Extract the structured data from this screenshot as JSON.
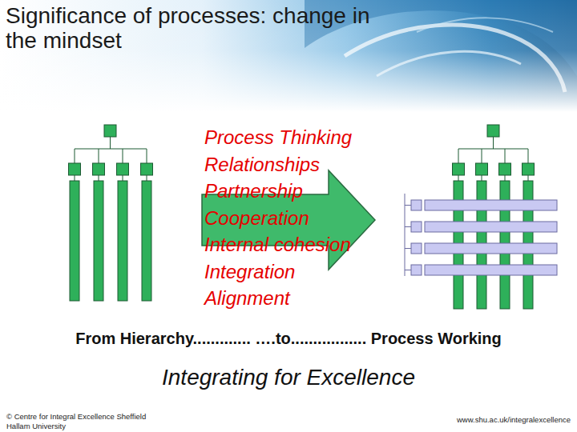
{
  "diagram": {
    "title": "Significance of processes: change in the mindset",
    "caption": "Integrating for Excellence",
    "labels": [
      "Process Thinking",
      "Relationships",
      "Partnership",
      "Cooperation",
      "Internal cohesion",
      "Integration",
      "Alignment",
      "From Hierarchy............. ….to................. Process Working",
      "© Centre for Integral Excellence Sheffield Hallam University",
      "www.shu.ac.uk/integralexcellence"
    ]
  }
}
